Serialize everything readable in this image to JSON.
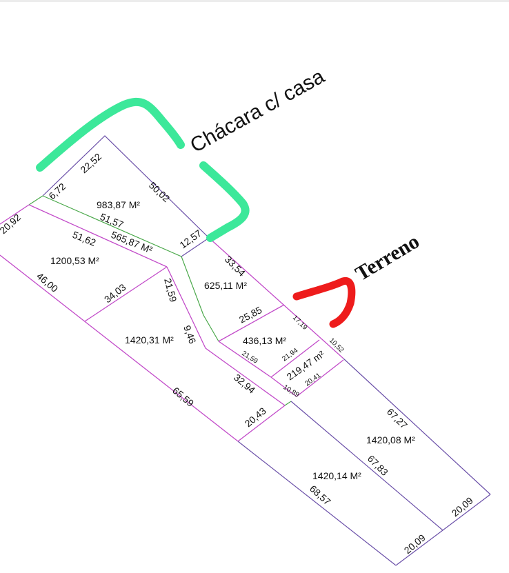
{
  "annotations": {
    "chacara": "Chácara c/ casa",
    "terreno": "Terreno"
  },
  "colors": {
    "green_marker": "#3ce89a",
    "red_marker": "#ee1c1c",
    "boundary_purple": "#6a4fa8",
    "boundary_magenta": "#c24bc9",
    "boundary_green": "#4aa84a"
  },
  "lots": {
    "a1": "983,87 M²",
    "a2": "565,87 M²",
    "a3": "1200,53 M²",
    "a4": "625,11 M²",
    "a5": "1420,31 M²",
    "a6": "436,13 M²",
    "a7": "219,47 m²",
    "a8": "1420,08 M²",
    "a9": "1420,14 M²"
  },
  "dimensions": {
    "d1": "22,52",
    "d2": "6,72",
    "d3": "20,92",
    "d4": "50,02",
    "d5": "51,57",
    "d6": "51,62",
    "d7": "12,57",
    "d8": "33,54",
    "d9": "46,00",
    "d10": "34,03",
    "d11": "21,59",
    "d12": "9,46",
    "d13": "25,85",
    "d14": "17,19",
    "d15": "10,52",
    "d16": "21,59",
    "d17": "21,94",
    "d18": "10,89",
    "d19": "20,41",
    "d20": "32,94",
    "d21": "65,59",
    "d22": "20,43",
    "d23": "67,27",
    "d24": "67,83",
    "d25": "68,57",
    "d26": "20,09",
    "d27": "20,09"
  }
}
